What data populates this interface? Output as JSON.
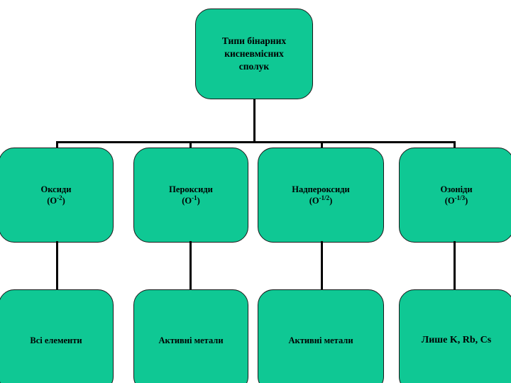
{
  "diagram": {
    "type": "hierarchy-tree",
    "title_node": {
      "label": "Типи бінарних кисневмісних сполук",
      "line1": "Типи бінарних",
      "line2": "кисневмісних",
      "line3": "сполук"
    },
    "categories": [
      {
        "name": "Оксиди",
        "oxidation_state": "-2",
        "formula_prefix": "(O",
        "formula_suffix": ")",
        "occurrence": "Всі елементи"
      },
      {
        "name": "Пероксиди",
        "oxidation_state": "-1",
        "formula_prefix": "(O",
        "formula_suffix": ")",
        "occurrence": "Активні метали"
      },
      {
        "name": "Надпероксиди",
        "oxidation_state": "-1/2",
        "formula_prefix": "(O",
        "formula_suffix": ")",
        "occurrence": "Активні метали"
      },
      {
        "name": "Озоніди",
        "oxidation_state": "-1/3",
        "formula_prefix": "(O",
        "formula_suffix": ")",
        "occurrence": "Лише K, Rb, Cs"
      }
    ],
    "colors": {
      "node_fill": "#0FC894",
      "node_border": "#1a1a1a",
      "connector": "#000000",
      "text": "#000000",
      "background": "#ffffff"
    }
  }
}
